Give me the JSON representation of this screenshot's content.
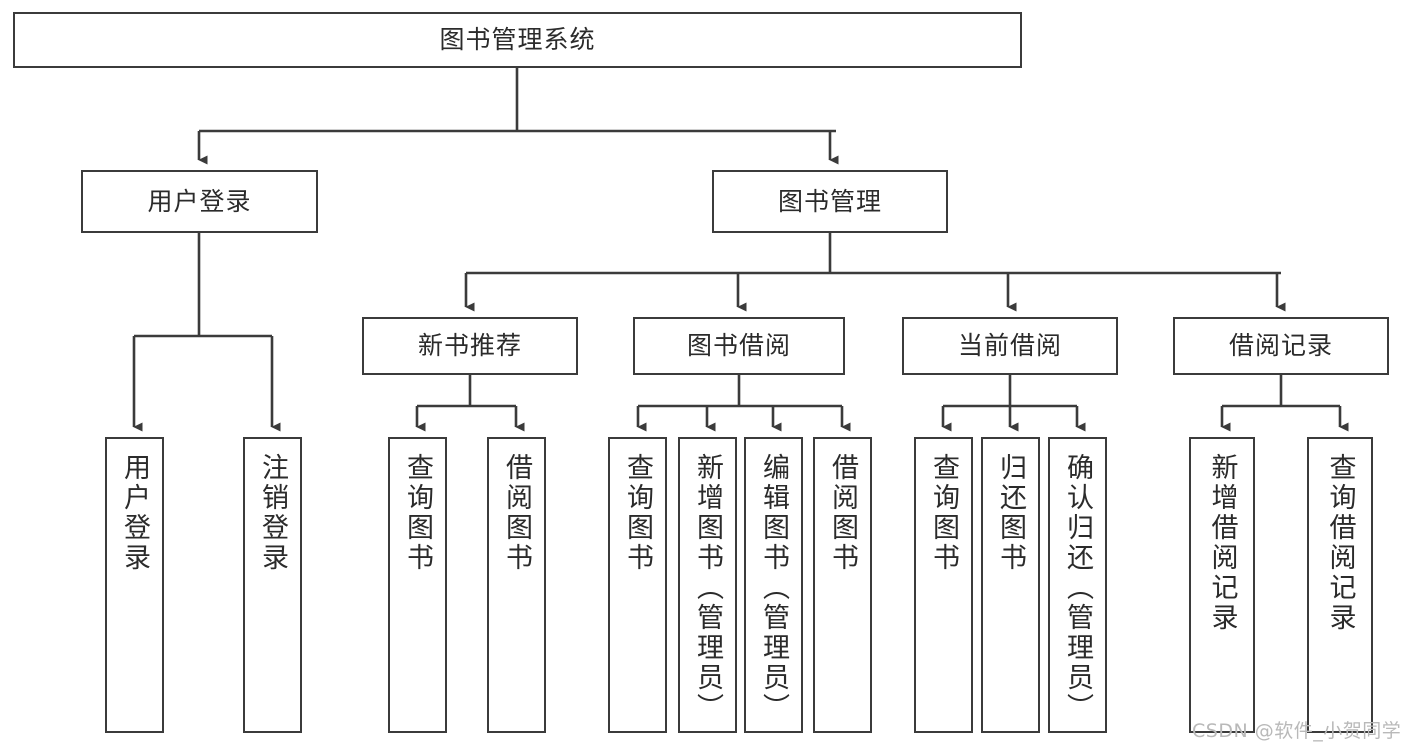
{
  "diagram": {
    "title": "图书管理系统",
    "type": "tree",
    "watermark": "CSDN @软件_小贺同学",
    "style": {
      "box_border_color": "#3b3b3b",
      "box_fill_color": "#ffffff",
      "line_color": "#3b3b3b",
      "text_color": "#2b2b2b",
      "background": "#ffffff"
    },
    "root": {
      "label": "图书管理系统"
    },
    "level1": [
      {
        "label": "用户登录"
      },
      {
        "label": "图书管理"
      }
    ],
    "level2": [
      {
        "label": "新书推荐"
      },
      {
        "label": "图书借阅"
      },
      {
        "label": "当前借阅"
      },
      {
        "label": "借阅记录"
      }
    ],
    "leaves": {
      "user_login": [
        {
          "label": "用户登录"
        },
        {
          "label": "注销登录"
        }
      ],
      "new_book_recommend": [
        {
          "label": "查询图书"
        },
        {
          "label": "借阅图书"
        }
      ],
      "book_borrow": [
        {
          "label": "查询图书"
        },
        {
          "label": "新增图书（管理员）"
        },
        {
          "label": "编辑图书（管理员）"
        },
        {
          "label": "借阅图书"
        }
      ],
      "current_borrow": [
        {
          "label": "查询图书"
        },
        {
          "label": "归还图书"
        },
        {
          "label": "确认归还（管理员）"
        }
      ],
      "borrow_record": [
        {
          "label": "新增借阅记录"
        },
        {
          "label": "查询借阅记录"
        }
      ]
    }
  }
}
